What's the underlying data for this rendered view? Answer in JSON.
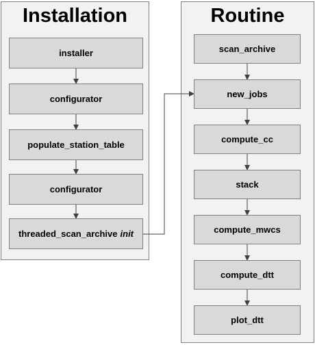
{
  "installation": {
    "title": "Installation",
    "nodes": [
      {
        "label": "installer"
      },
      {
        "label": "configurator"
      },
      {
        "label": "populate_station_table"
      },
      {
        "label": "configurator"
      },
      {
        "label": "threaded_scan_archive",
        "suffix": "init"
      }
    ]
  },
  "routine": {
    "title": "Routine",
    "nodes": [
      {
        "label": "scan_archive"
      },
      {
        "label": "new_jobs"
      },
      {
        "label": "compute_cc"
      },
      {
        "label": "stack"
      },
      {
        "label": "compute_mwcs"
      },
      {
        "label": "compute_dtt"
      },
      {
        "label": "plot_dtt"
      }
    ]
  },
  "colors": {
    "panel_fill": "#f2f2f2",
    "node_fill": "#d9d9d9",
    "border": "#7f7f7f",
    "arrow": "#404040"
  }
}
